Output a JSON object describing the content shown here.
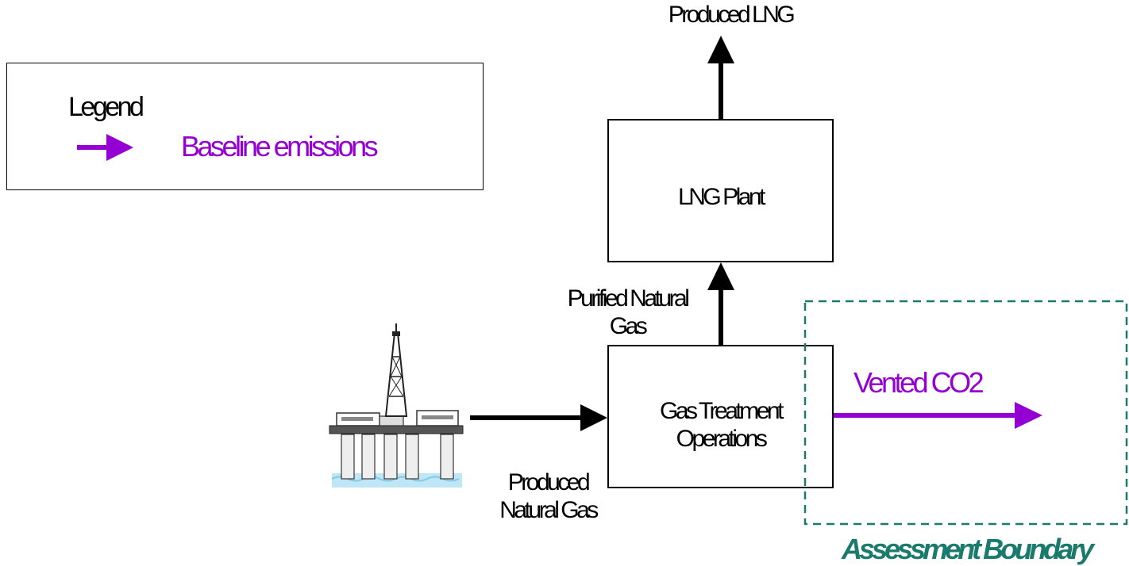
{
  "legend": {
    "title": "Legend",
    "item_label": "Baseline emissions"
  },
  "colors": {
    "emission": "#9400d3",
    "boundary": "#1a7a6c",
    "flow": "#000000"
  },
  "nodes": {
    "produced_lng": "Produced LNG",
    "lng_plant": "LNG Plant",
    "purified_gas_line1": "Purified Natural",
    "purified_gas_line2": "Gas",
    "gas_treatment_line1": "Gas Treatment",
    "gas_treatment_line2": "Operations",
    "produced_gas_line1": "Produced",
    "produced_gas_line2": "Natural Gas",
    "vented_co2": "Vented CO2",
    "assessment_boundary": "Assessment Boundary"
  },
  "icons": {
    "platform": "offshore-platform-icon"
  }
}
